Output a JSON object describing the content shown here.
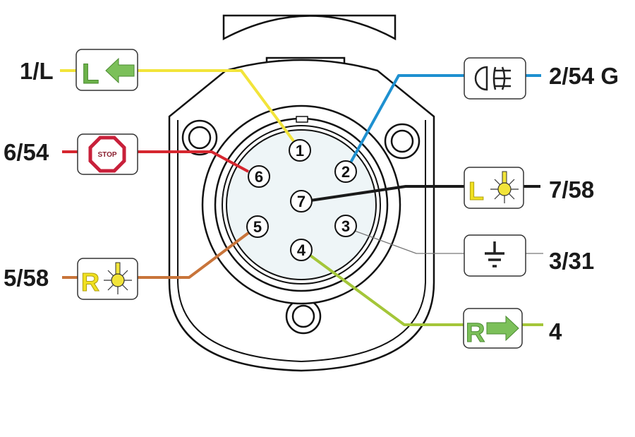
{
  "title": "7-pin trailer socket wiring diagram",
  "colors": {
    "pin1": "#f2e43a",
    "pin2": "#1e90d0",
    "pin3": "#777777",
    "pin4": "#a4c639",
    "pin5": "#c8743a",
    "pin6": "#d6262f",
    "pin7": "#1a1a1a",
    "socket_face": "#eef5f7"
  },
  "pins": [
    "1",
    "2",
    "3",
    "4",
    "5",
    "6",
    "7"
  ],
  "connections": [
    {
      "label": "1/L",
      "icon": "left-turn-indicator-icon",
      "icon_text": "L"
    },
    {
      "label": "6/54",
      "icon": "stop-sign-icon",
      "icon_text": "STOP"
    },
    {
      "label": "5/58",
      "icon": "right-tail-light-icon",
      "icon_text": "R"
    },
    {
      "label": "2/54 G",
      "icon": "rear-fog-light-icon"
    },
    {
      "label": "7/58",
      "icon": "left-tail-light-icon",
      "icon_text": "L"
    },
    {
      "label": "3/31",
      "icon": "ground-icon"
    },
    {
      "label": "4",
      "icon": "right-turn-indicator-icon",
      "icon_text": "R"
    }
  ]
}
